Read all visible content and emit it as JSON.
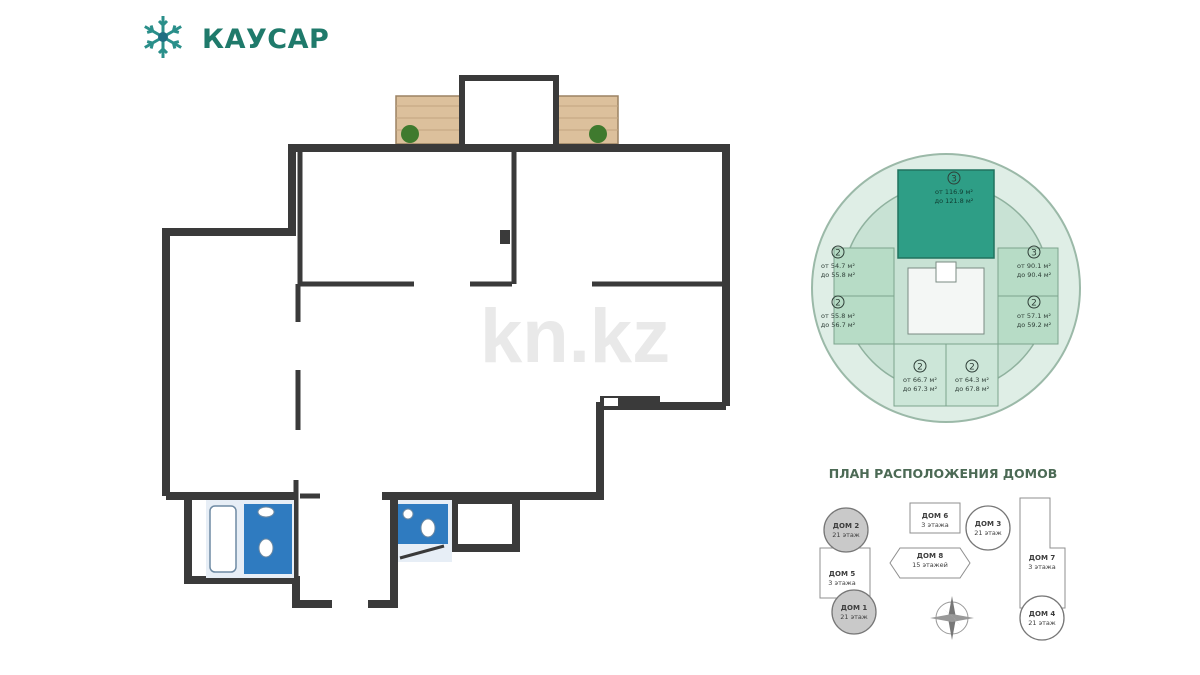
{
  "brand": {
    "name": "КАУСАР",
    "logo_icon": "snowflake-icon",
    "color": "#1f7a6b"
  },
  "watermark": "kn.kz",
  "floor_plan": {
    "wall_color": "#3a3a3a",
    "wet_area_color": "#2f7bc0",
    "balcony_color": "#d9bb95"
  },
  "key_plan": {
    "selected_color": "#2e9e86",
    "apartments": [
      {
        "rooms": "3",
        "from": "от 116.9 м²",
        "to": "до 121.8 м²",
        "selected": true
      },
      {
        "rooms": "2",
        "from": "от 54.7 м²",
        "to": "до 55.8 м²"
      },
      {
        "rooms": "2",
        "from": "от 55.8 м²",
        "to": "до 56.7 м²"
      },
      {
        "rooms": "3",
        "from": "от 90.1 м²",
        "to": "до 90.4 м²"
      },
      {
        "rooms": "2",
        "from": "от 57.1 м²",
        "to": "до 59.2 м²"
      },
      {
        "rooms": "2",
        "from": "от 66.7 м²",
        "to": "до 67.3 м²"
      },
      {
        "rooms": "2",
        "from": "от 64.3 м²",
        "to": "до 67.8 м²"
      }
    ]
  },
  "site_plan": {
    "title": "ПЛАН РАСПОЛОЖЕНИЯ ДОМОВ",
    "compass_icon": "compass-rose-icon",
    "buildings": [
      {
        "name": "ДОМ 2",
        "floors": "21 этаж",
        "highlighted": true
      },
      {
        "name": "ДОМ 6",
        "floors": "3 этажа"
      },
      {
        "name": "ДОМ 3",
        "floors": "21 этаж"
      },
      {
        "name": "ДОМ 8",
        "floors": "15 этажей"
      },
      {
        "name": "ДОМ 7",
        "floors": "3 этажа"
      },
      {
        "name": "ДОМ 5",
        "floors": "3 этажа"
      },
      {
        "name": "ДОМ 1",
        "floors": "21 этаж",
        "highlighted": true
      },
      {
        "name": "ДОМ 4",
        "floors": "21 этаж"
      }
    ]
  }
}
